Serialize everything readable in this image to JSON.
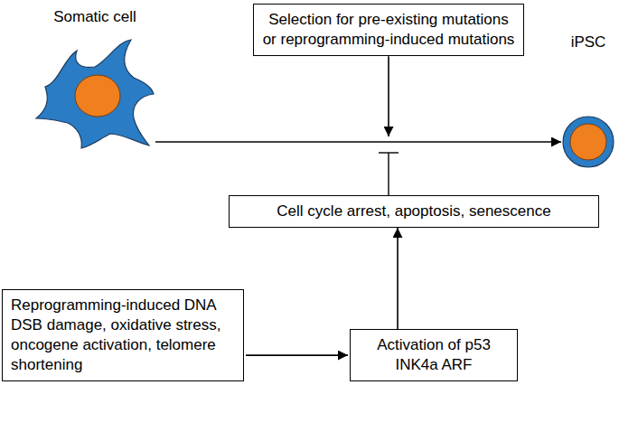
{
  "diagram": {
    "nodes": [
      {
        "text": [
          "Somatic cell"
        ]
      },
      {
        "text": [
          "iPSC"
        ]
      },
      {
        "text": [
          "Selection for pre-existing mutations or reprogramming-induced mutations"
        ]
      },
      {
        "text": [
          "Cell cycle arrest, apoptosis, senescence"
        ]
      },
      {
        "text": [
          "Reprogramming-induced DNA DSB damage, oxidative stress, oncogene activation, telomere shortening"
        ]
      },
      {
        "text": [
          "Activation of p53 INK4a ARF"
        ]
      }
    ],
    "edges": [
      {
        "from": 0,
        "to": 1,
        "arrow": "to"
      },
      {
        "from": 4,
        "to": 5,
        "arrow": "to"
      },
      {
        "from": 5,
        "to": 3,
        "arrow": "to"
      }
    ]
  }
}
